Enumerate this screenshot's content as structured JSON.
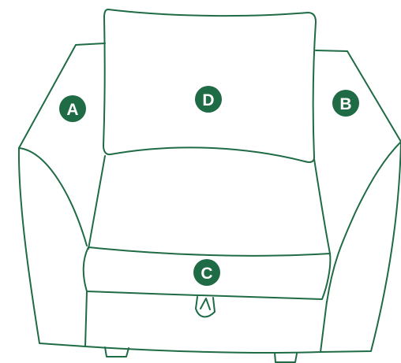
{
  "diagram": {
    "colors": {
      "line": "#1f6b45",
      "badge": "#1f6b45",
      "badge_text": "#ffffff",
      "background": "#ffffff"
    },
    "labels": {
      "a": "A",
      "b": "B",
      "c": "C",
      "d": "D"
    }
  }
}
